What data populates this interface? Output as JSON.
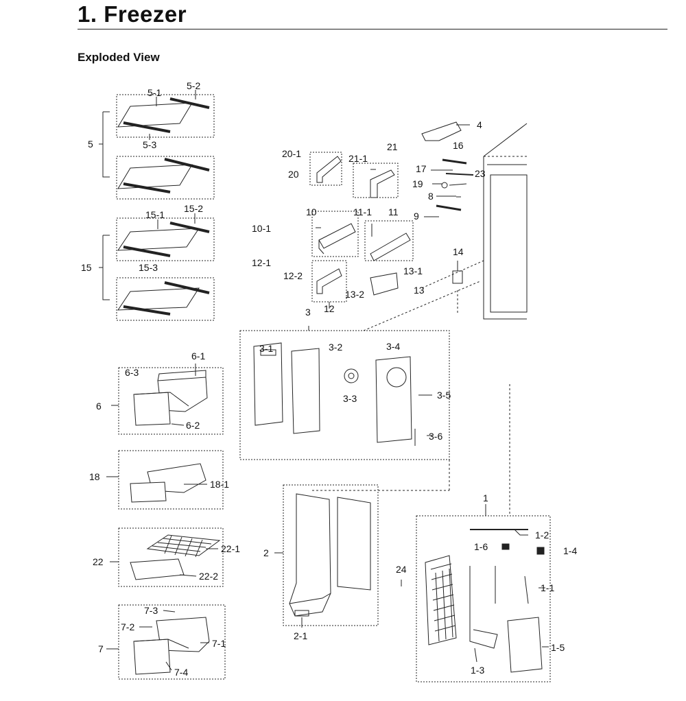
{
  "header": {
    "title": "1.  Freezer",
    "subtitle": "Exploded View"
  },
  "labels": {
    "p5": "5",
    "p5_1": "5-1",
    "p5_2": "5-2",
    "p5_3": "5-3",
    "p15": "15",
    "p15_1": "15-1",
    "p15_2": "15-2",
    "p15_3": "15-3",
    "p6": "6",
    "p6_1": "6-1",
    "p6_2": "6-2",
    "p6_3": "6-3",
    "p18": "18",
    "p18_1": "18-1",
    "p22": "22",
    "p22_1": "22-1",
    "p22_2": "22-2",
    "p7": "7",
    "p7_1": "7-1",
    "p7_2": "7-2",
    "p7_3": "7-3",
    "p7_4": "7-4",
    "p20": "20",
    "p20_1": "20-1",
    "p21": "21",
    "p21_1": "21-1",
    "p10": "10",
    "p10_1": "10-1",
    "p11": "11",
    "p11_1": "11-1",
    "p12": "12",
    "p12_1": "12-1",
    "p12_2": "12-2",
    "p13": "13",
    "p13_1": "13-1",
    "p13_2": "13-2",
    "p4": "4",
    "p16": "16",
    "p17": "17",
    "p19": "19",
    "p8": "8",
    "p9": "9",
    "p23": "23",
    "p14": "14",
    "p3": "3",
    "p3_1": "3-1",
    "p3_2": "3-2",
    "p3_3": "3-3",
    "p3_4": "3-4",
    "p3_5": "3-5",
    "p3_6": "3-6",
    "p2": "2",
    "p2_1": "2-1",
    "p1": "1",
    "p1_1": "1-1",
    "p1_2": "1-2",
    "p1_3": "1-3",
    "p1_4": "1-4",
    "p1_5": "1-5",
    "p1_6": "1-6",
    "p24": "24"
  }
}
